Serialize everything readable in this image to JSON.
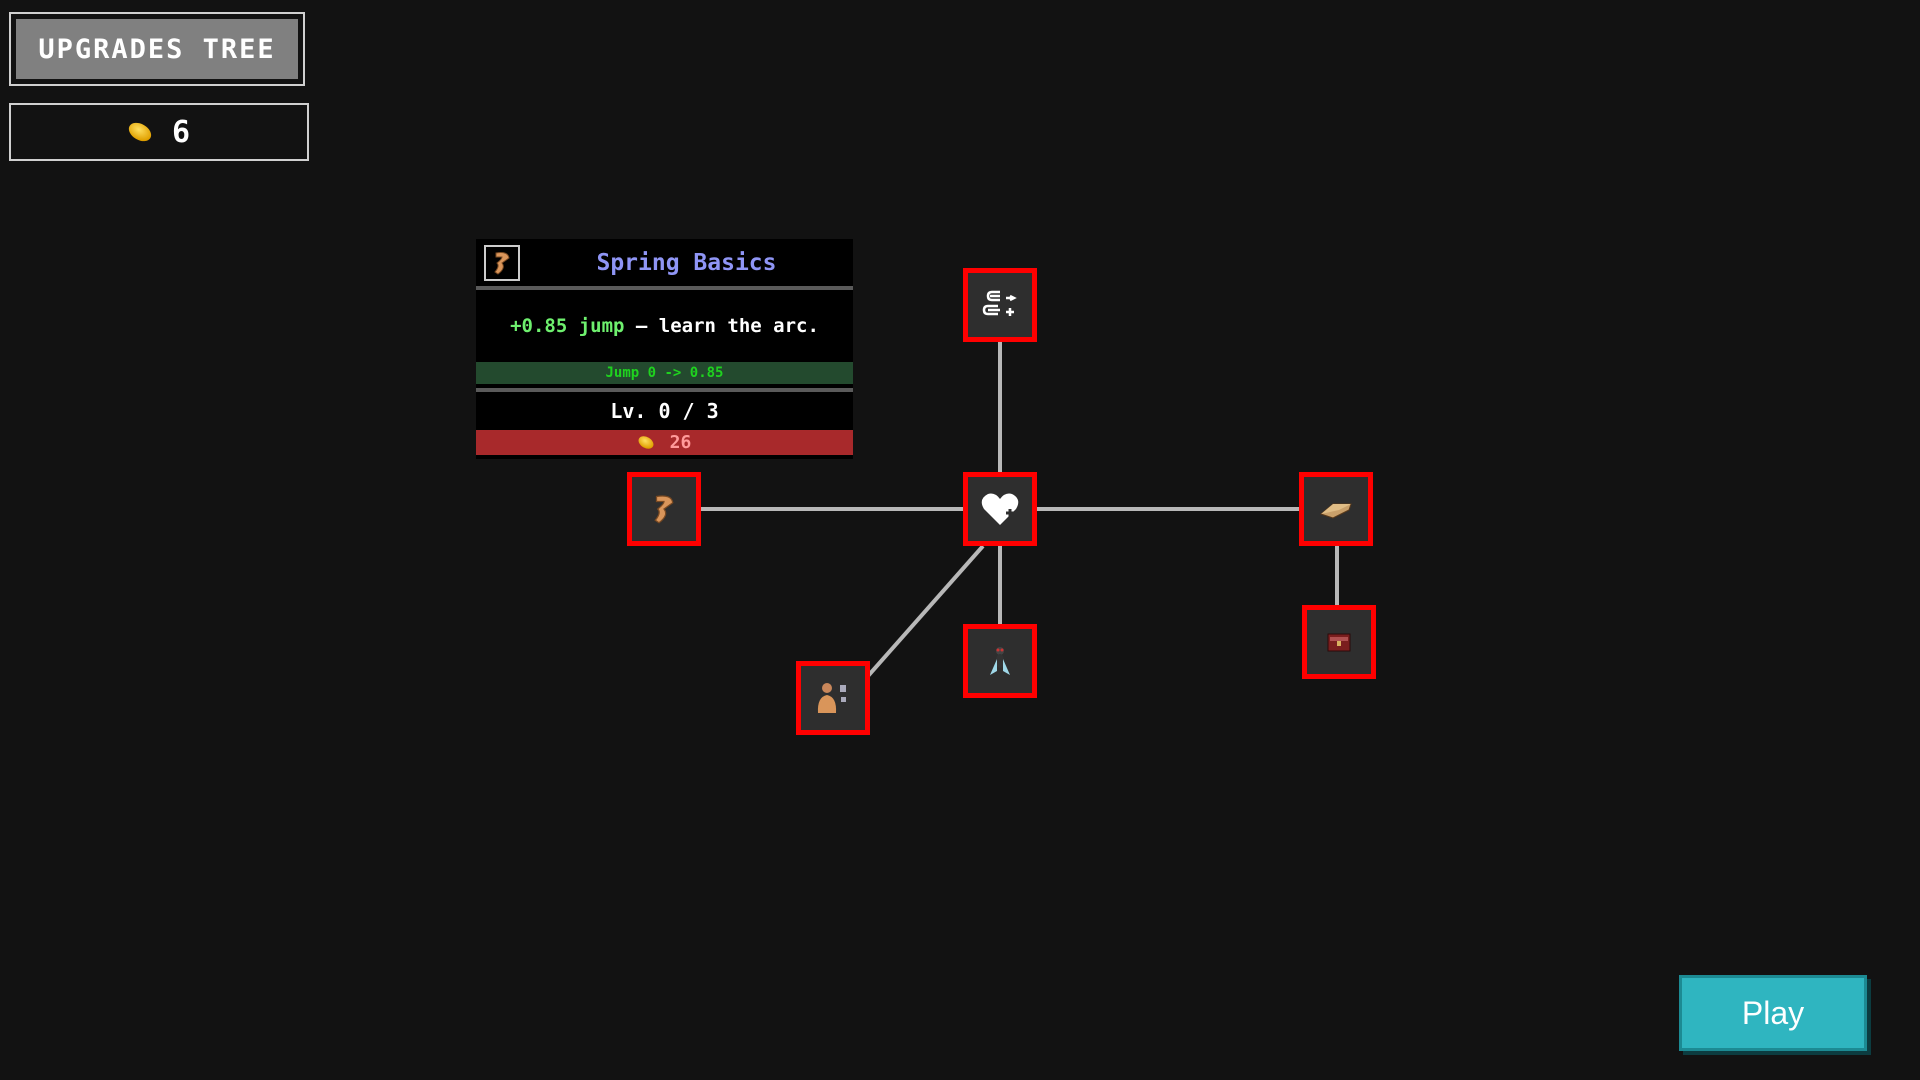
{
  "header": {
    "title": "UPGRADES TREE",
    "coins": "6"
  },
  "tooltip": {
    "title": "Spring Basics",
    "icon": "leg-icon",
    "desc_highlight": "+0.85 jump",
    "desc_rest": " — learn the arc.",
    "stat_change": "Jump 0 -> 0.85",
    "level": "Lv. 0 / 3",
    "cost": "26"
  },
  "nodes": [
    {
      "id": "leg",
      "icon": "leg-icon"
    },
    {
      "id": "heart",
      "icon": "heart-plus-icon"
    },
    {
      "id": "stats",
      "icon": "stat-arrows-icon"
    },
    {
      "id": "ingot",
      "icon": "ingot-icon"
    },
    {
      "id": "chest",
      "icon": "chest-icon"
    },
    {
      "id": "fly",
      "icon": "fly-icon"
    },
    {
      "id": "fighter",
      "icon": "fighter-icon"
    }
  ],
  "play_label": "Play",
  "colors": {
    "node_border": "#ff0000",
    "play": "#2fb5c0",
    "title_text": "#8f95f5"
  }
}
